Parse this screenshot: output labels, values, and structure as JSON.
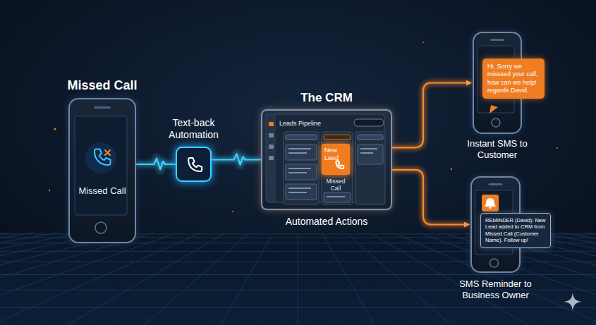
{
  "diagram": {
    "nodes": [
      {
        "text": [
          "Missed Call",
          "Missed Call"
        ]
      },
      {
        "text": [
          "Text-back Automation"
        ]
      },
      {
        "text": [
          "The CRM",
          "Leads Pipeline",
          "Automated Actions"
        ]
      },
      {
        "text": [
          "New Leed",
          "Missed Call"
        ],
        "in": 2
      },
      {
        "text": [
          "Instant SMS to Customer"
        ]
      },
      {
        "text": [
          "Hi, Sorry we misssed your call, how can we help! regards David."
        ],
        "in": 4
      },
      {
        "text": [
          "SMS Reminder to Business Owner"
        ]
      },
      {
        "text": [
          "REMINDER (David): New Lead added to CRM from Missed Call (Customer Name). Follow up!"
        ],
        "in": 6
      }
    ],
    "edges": [
      {
        "from": 0,
        "to": 1,
        "arrow": "none"
      },
      {
        "from": 1,
        "to": 2,
        "arrow": "none"
      },
      {
        "from": 2,
        "to": 4,
        "arrow": "to"
      },
      {
        "from": 2,
        "to": 6,
        "arrow": "to"
      }
    ]
  }
}
